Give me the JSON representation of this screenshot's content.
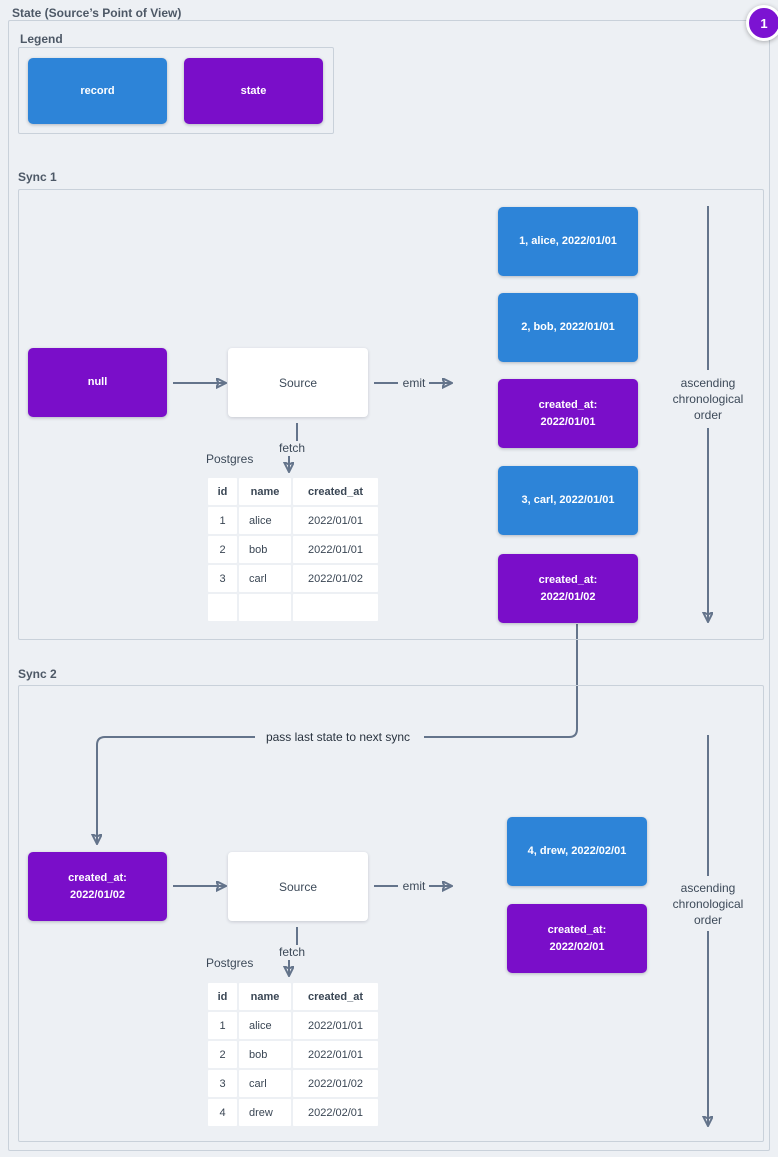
{
  "colors": {
    "record-blue": "#2d84d8",
    "state-purple": "#7a0ec9",
    "badge-purple": "#7c13d2",
    "arrow-gray": "#64748b",
    "border-gray": "#c9d1da",
    "bg": "#edf0f4",
    "text-dark": "#3d4a59",
    "label-gray": "#4d5866"
  },
  "header": {
    "title": "State (Source’s Point of View)",
    "badge": "1"
  },
  "legend": {
    "label": "Legend",
    "record_label": "record",
    "state_label": "state"
  },
  "connector": {
    "label": "pass last state to next sync"
  },
  "sync1": {
    "label": "Sync 1",
    "input_state": "null",
    "source_label": "Source",
    "emit_label": "emit",
    "fetch_label": "fetch",
    "db_label": "Postgres",
    "table": {
      "headers": [
        "id",
        "name",
        "created_at"
      ],
      "rows": [
        [
          "1",
          "alice",
          "2022/01/01"
        ],
        [
          "2",
          "bob",
          "2022/01/01"
        ],
        [
          "3",
          "carl",
          "2022/01/02"
        ],
        [
          "",
          "",
          ""
        ]
      ]
    },
    "emitted": [
      {
        "kind": "record",
        "text": "1, alice, 2022/01/01"
      },
      {
        "kind": "record",
        "text": "2, bob, 2022/01/01"
      },
      {
        "kind": "state",
        "text": "created_at:\n2022/01/01"
      },
      {
        "kind": "record",
        "text": "3, carl, 2022/01/01"
      },
      {
        "kind": "state",
        "text": "created_at:\n2022/01/02"
      }
    ],
    "order_note": "ascending\nchronological\norder"
  },
  "sync2": {
    "label": "Sync 2",
    "input_state": "created_at:\n2022/01/02",
    "source_label": "Source",
    "emit_label": "emit",
    "fetch_label": "fetch",
    "db_label": "Postgres",
    "table": {
      "headers": [
        "id",
        "name",
        "created_at"
      ],
      "rows": [
        [
          "1",
          "alice",
          "2022/01/01"
        ],
        [
          "2",
          "bob",
          "2022/01/01"
        ],
        [
          "3",
          "carl",
          "2022/01/02"
        ],
        [
          "4",
          "drew",
          "2022/02/01"
        ]
      ]
    },
    "emitted": [
      {
        "kind": "record",
        "text": "4, drew, 2022/02/01"
      },
      {
        "kind": "state",
        "text": "created_at:\n2022/02/01"
      }
    ],
    "order_note": "ascending\nchronological\norder"
  }
}
